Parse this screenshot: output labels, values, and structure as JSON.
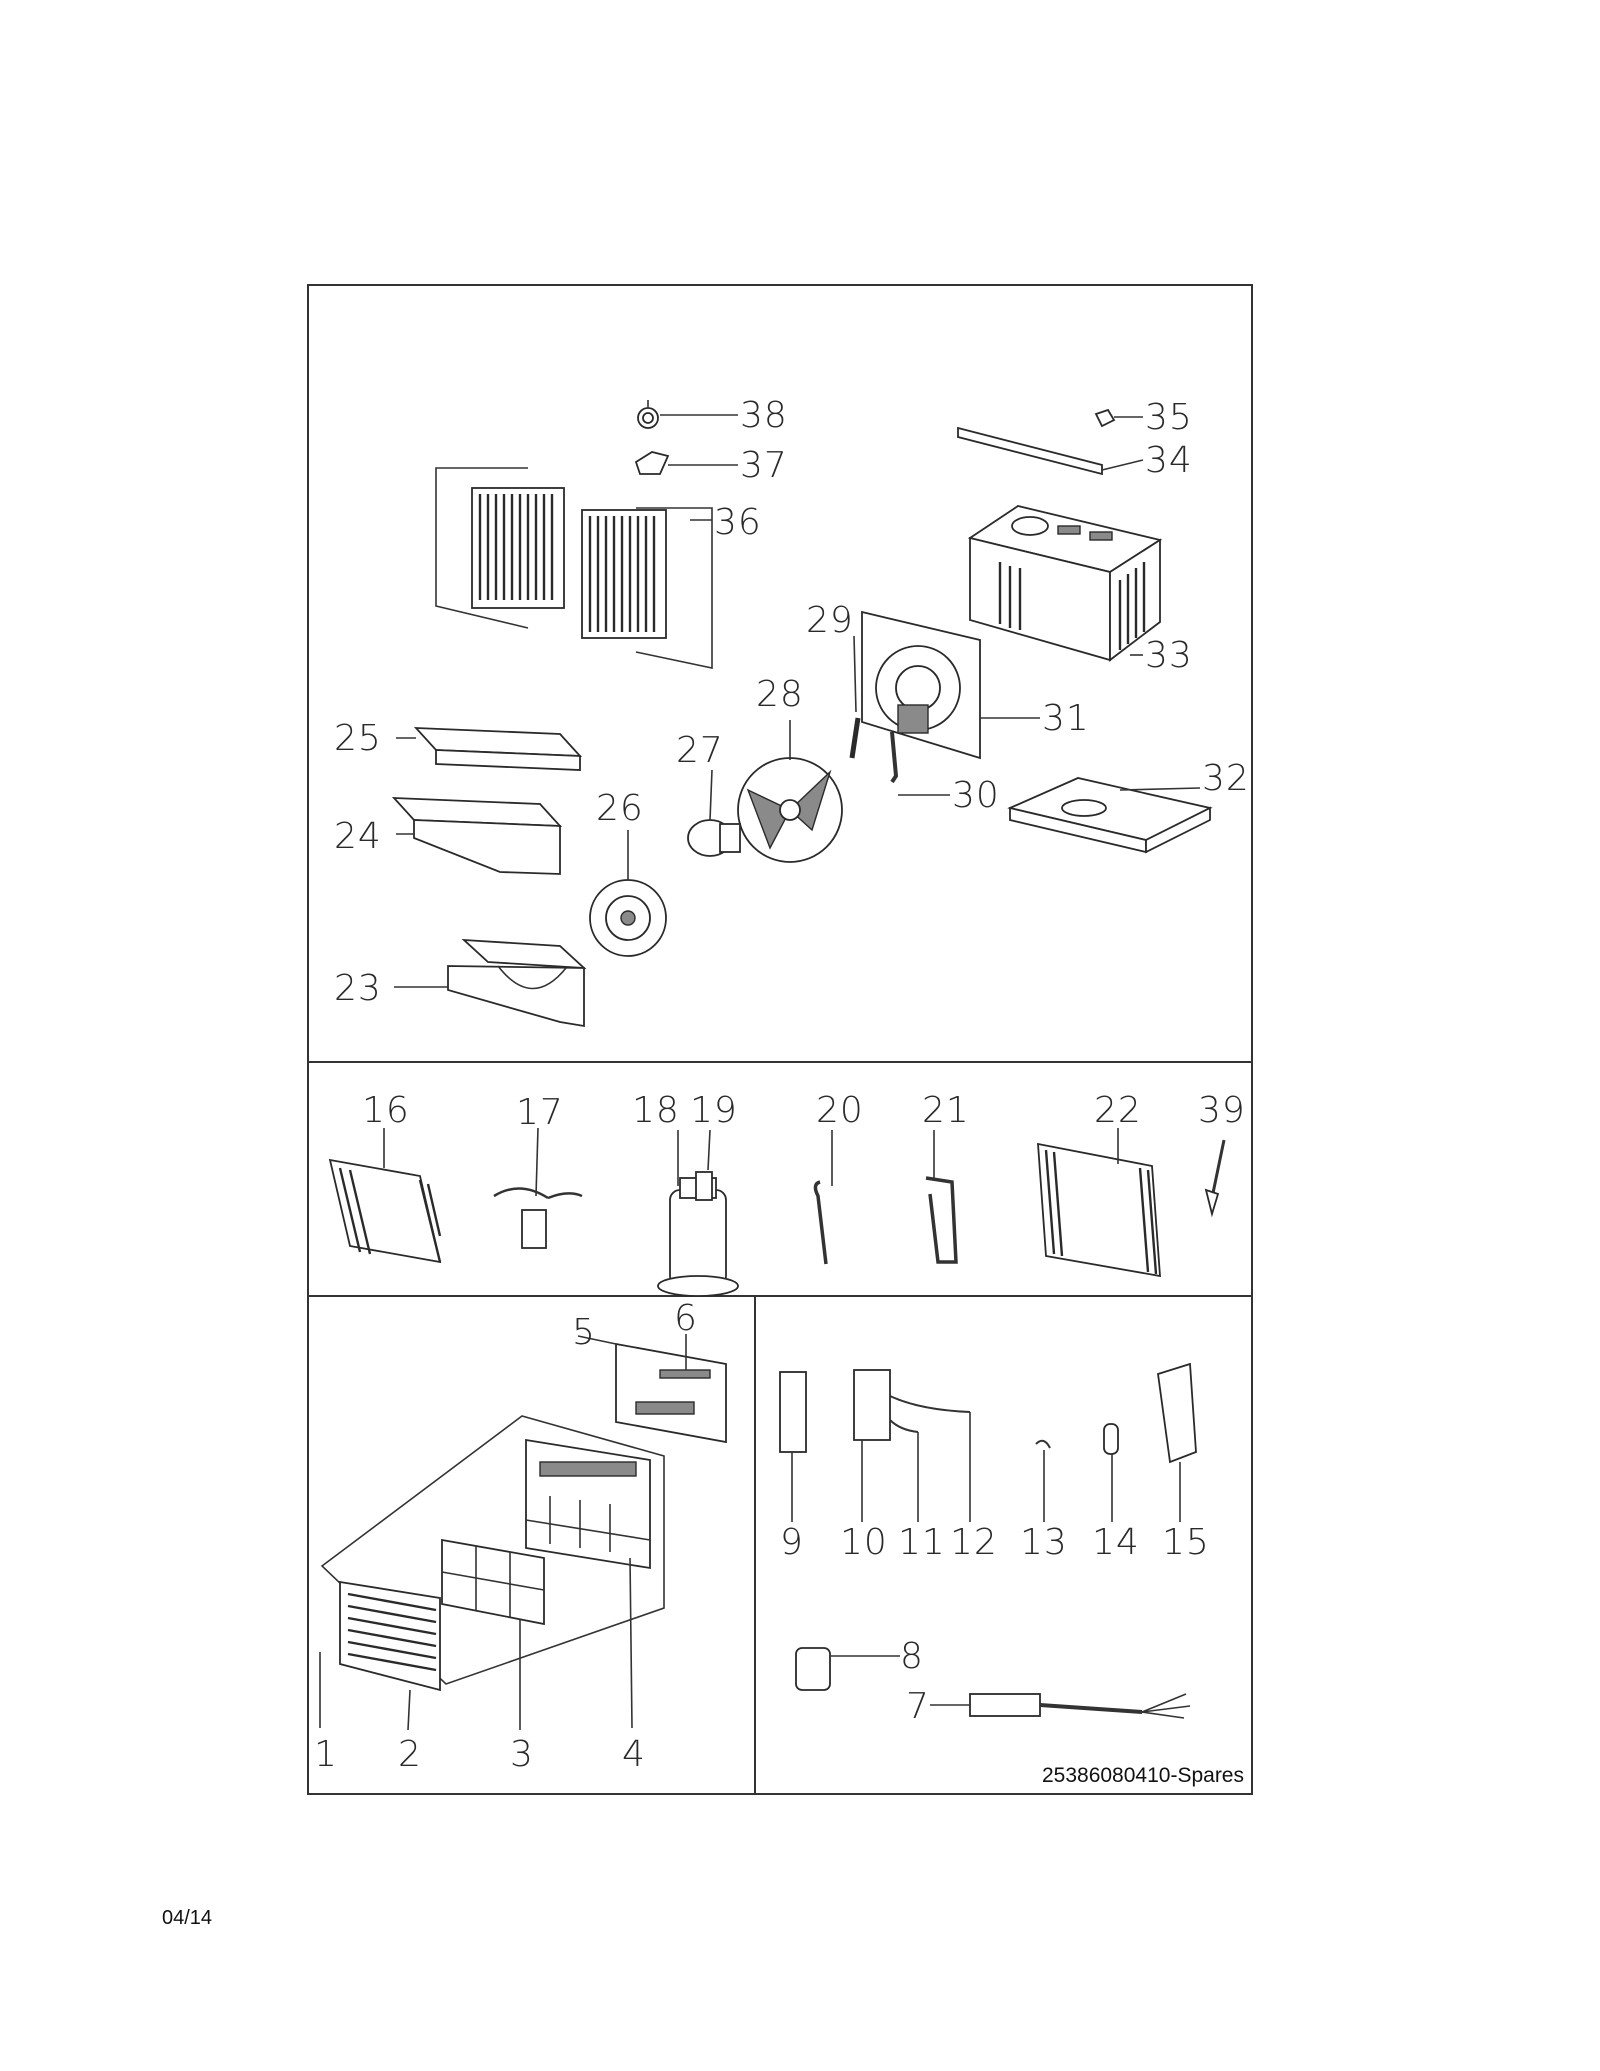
{
  "drawing_code": "25386080410-Spares",
  "date": "04/14",
  "callouts": {
    "c1": "1",
    "c2": "2",
    "c3": "3",
    "c4": "4",
    "c5": "5",
    "c6": "6",
    "c7": "7",
    "c8": "8",
    "c9": "9",
    "c10": "10",
    "c11": "11",
    "c12": "12",
    "c13": "13",
    "c14": "14",
    "c15": "15",
    "c16": "16",
    "c17": "17",
    "c18": "18",
    "c19": "19",
    "c20": "20",
    "c21": "21",
    "c22": "22",
    "c23": "23",
    "c24": "24",
    "c25": "25",
    "c26": "26",
    "c27": "27",
    "c28": "28",
    "c29": "29",
    "c30": "30",
    "c31": "31",
    "c32": "32",
    "c33": "33",
    "c34": "34",
    "c35": "35",
    "c36": "36",
    "c37": "37",
    "c38": "38",
    "c39": "39"
  }
}
